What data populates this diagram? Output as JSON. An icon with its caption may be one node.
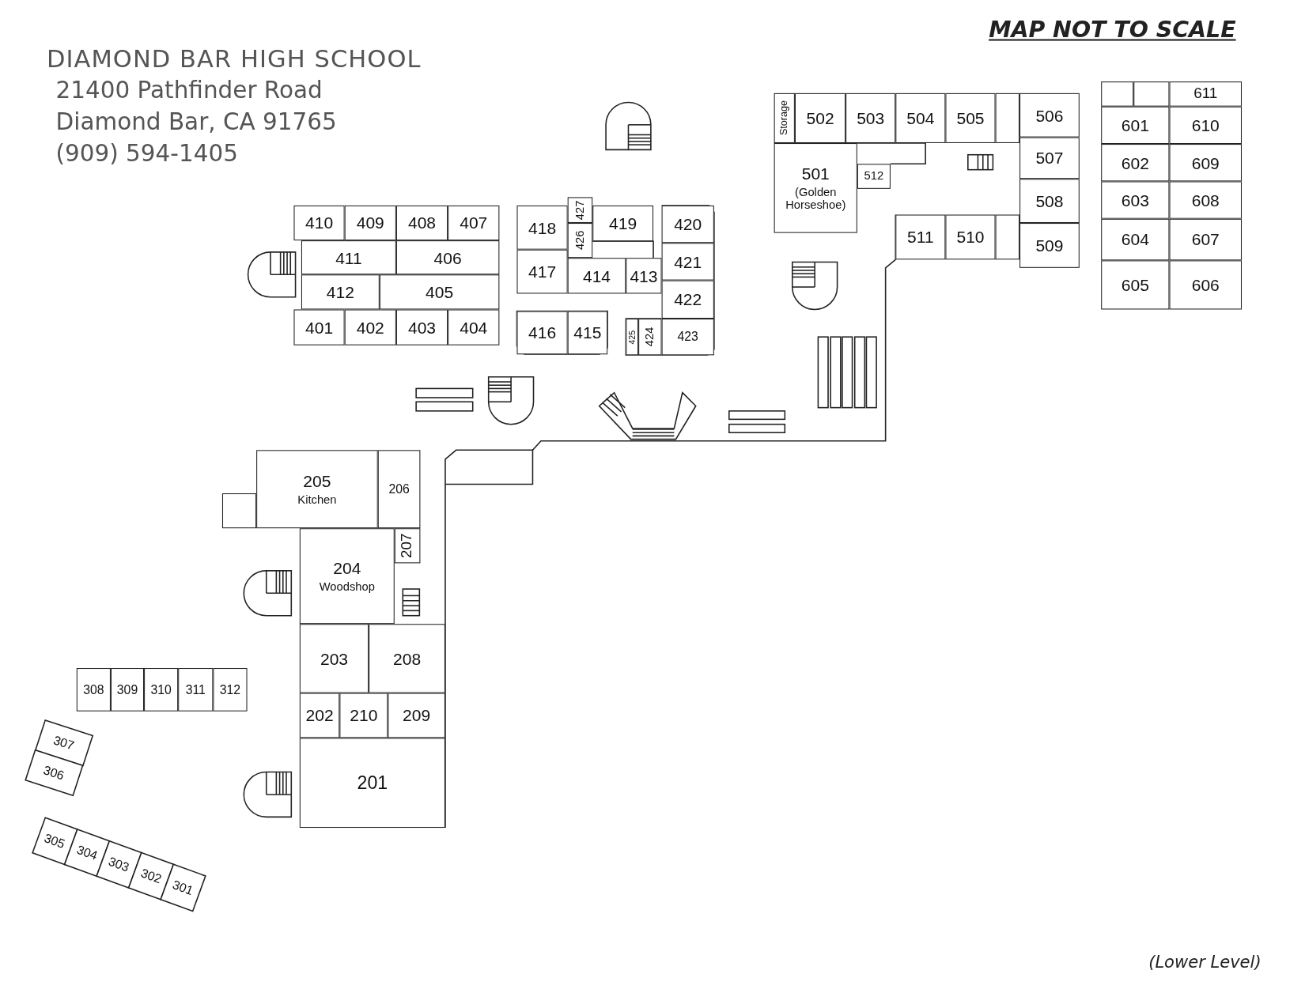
{
  "diagram": {
    "title": "DIAMOND BAR HIGH SCHOOL",
    "nodes": [
      {
        "text": [
          "Storage"
        ]
      },
      {
        "text": [
          "502"
        ]
      },
      {
        "text": [
          "503"
        ]
      },
      {
        "text": [
          "504"
        ]
      },
      {
        "text": [
          "505"
        ]
      },
      {
        "text": [
          "506"
        ]
      },
      {
        "text": [
          "501",
          "(Golden Horseshoe)"
        ]
      },
      {
        "text": [
          "512"
        ]
      },
      {
        "text": [
          "507"
        ]
      },
      {
        "text": [
          "508"
        ]
      },
      {
        "text": [
          "511"
        ]
      },
      {
        "text": [
          "510"
        ]
      },
      {
        "text": [
          "509"
        ]
      },
      {
        "text": [
          "611"
        ]
      },
      {
        "text": [
          "601"
        ]
      },
      {
        "text": [
          "610"
        ]
      },
      {
        "text": [
          "602"
        ]
      },
      {
        "text": [
          "609"
        ]
      },
      {
        "text": [
          "603"
        ]
      },
      {
        "text": [
          "608"
        ]
      },
      {
        "text": [
          "604"
        ]
      },
      {
        "text": [
          "607"
        ]
      },
      {
        "text": [
          "605"
        ]
      },
      {
        "text": [
          "606"
        ]
      },
      {
        "text": [
          "410"
        ]
      },
      {
        "text": [
          "409"
        ]
      },
      {
        "text": [
          "408"
        ]
      },
      {
        "text": [
          "407"
        ]
      },
      {
        "text": [
          "411"
        ]
      },
      {
        "text": [
          "406"
        ]
      },
      {
        "text": [
          "412"
        ]
      },
      {
        "text": [
          "405"
        ]
      },
      {
        "text": [
          "401"
        ]
      },
      {
        "text": [
          "402"
        ]
      },
      {
        "text": [
          "403"
        ]
      },
      {
        "text": [
          "404"
        ]
      },
      {
        "text": [
          "418"
        ]
      },
      {
        "text": [
          "427"
        ]
      },
      {
        "text": [
          "419"
        ]
      },
      {
        "text": [
          "420"
        ]
      },
      {
        "text": [
          "426"
        ]
      },
      {
        "text": [
          "417"
        ]
      },
      {
        "text": [
          "414"
        ]
      },
      {
        "text": [
          "413"
        ]
      },
      {
        "text": [
          "421"
        ]
      },
      {
        "text": [
          "422"
        ]
      },
      {
        "text": [
          "416"
        ]
      },
      {
        "text": [
          "415"
        ]
      },
      {
        "text": [
          "425"
        ]
      },
      {
        "text": [
          "424"
        ]
      },
      {
        "text": [
          "423"
        ]
      },
      {
        "text": [
          "205",
          "Kitchen"
        ]
      },
      {
        "text": [
          "206"
        ]
      },
      {
        "text": [
          "204",
          "Woodshop"
        ]
      },
      {
        "text": [
          "207"
        ]
      },
      {
        "text": [
          "203"
        ]
      },
      {
        "text": [
          "208"
        ]
      },
      {
        "text": [
          "202"
        ]
      },
      {
        "text": [
          "210"
        ]
      },
      {
        "text": [
          "209"
        ]
      },
      {
        "text": [
          "201"
        ]
      },
      {
        "text": [
          "308"
        ]
      },
      {
        "text": [
          "309"
        ]
      },
      {
        "text": [
          "310"
        ]
      },
      {
        "text": [
          "311"
        ]
      },
      {
        "text": [
          "312"
        ]
      },
      {
        "text": [
          "307"
        ]
      },
      {
        "text": [
          "306"
        ]
      },
      {
        "text": [
          "305"
        ]
      },
      {
        "text": [
          "304"
        ]
      },
      {
        "text": [
          "303"
        ]
      },
      {
        "text": [
          "302"
        ]
      },
      {
        "text": [
          "301"
        ]
      },
      {
        "text": [],
        "shape": "box"
      },
      {
        "text": [],
        "shape": "box"
      },
      {
        "text": [],
        "shape": "box"
      },
      {
        "text": [],
        "shape": "box"
      },
      {
        "text": [],
        "shape": "box"
      }
    ],
    "labels": [
      "21400 Pathfinder Road",
      "Diamond Bar, CA 91765",
      "(909) 594-1405",
      "MAP NOT TO SCALE",
      "(Lower Level)"
    ]
  }
}
